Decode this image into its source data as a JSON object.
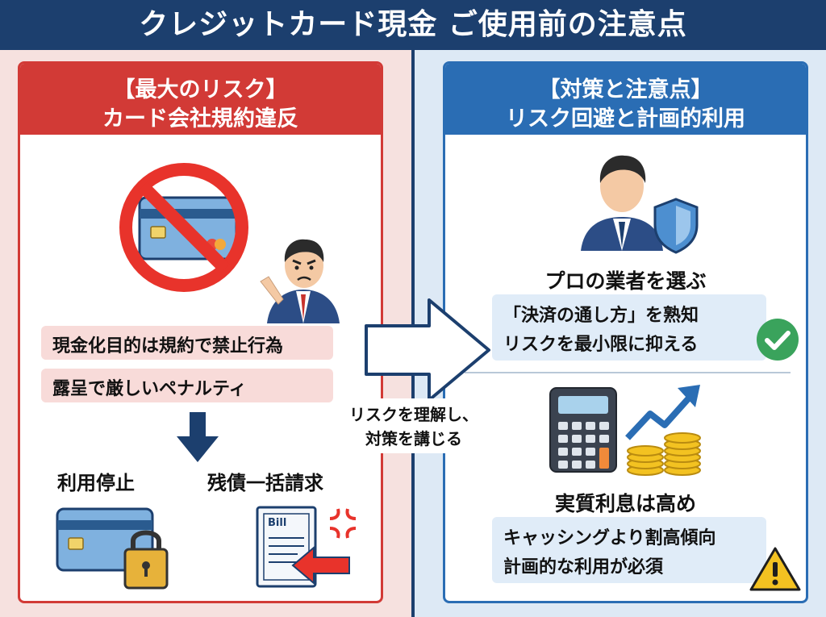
{
  "title": "クレジットカード現金 ご使用前の注意点",
  "left": {
    "heading_line1": "【最大のリスク】",
    "heading_line2": "カード会社規約違反",
    "point1": "現金化目的は規約で禁止行為",
    "point2": "露呈で厳しいペナルティ",
    "outcome1": "利用停止",
    "outcome2": "残債一括請求",
    "bill_label": "Bill"
  },
  "center_caption_line1": "リスクを理解し、",
  "center_caption_line2": "対策を講じる",
  "right": {
    "heading_line1": "【対策と注意点】",
    "heading_line2": "リスク回避と計画的利用",
    "section1_title": "プロの業者を選ぶ",
    "section1_line1": "「決済の通し方」を熟知",
    "section1_line2": "リスクを最小限に抑える",
    "section2_title": "実質利息は高め",
    "section2_line1": "キャッシングより割高傾向",
    "section2_line2": "計画的な利用が必須"
  },
  "icons": [
    "prohibited-card-icon",
    "angry-businessman-icon",
    "down-arrow-icon",
    "locked-card-icon",
    "bill-icon",
    "anger-mark-icon",
    "businessman-icon",
    "shield-icon",
    "checkmark-icon",
    "calculator-icon",
    "rising-arrow-icon",
    "coins-icon",
    "warning-icon",
    "right-arrow-icon"
  ],
  "colors": {
    "navy": "#1c3f6e",
    "red": "#d23a36",
    "blue": "#2a6db4",
    "green": "#3aa35c",
    "yellow": "#f3c221"
  }
}
